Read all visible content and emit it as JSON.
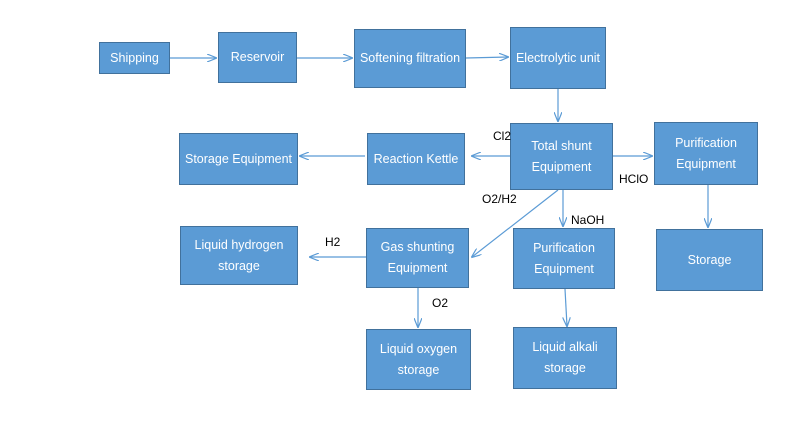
{
  "colors": {
    "box_fill": "#5b9bd5",
    "box_border": "#41719c",
    "arrow": "#5b9bd5",
    "box_text": "#ffffff"
  },
  "boxes": {
    "shipping": "Shipping",
    "reservoir": "Reservoir",
    "softening": "Softening filtration",
    "electrolytic": "Electrolytic unit",
    "storage_equipment": "Storage Equipment",
    "reaction_kettle": "Reaction Kettle",
    "total_shunt": "Total shunt Equipment",
    "purification_right": "Purification Equipment",
    "liquid_hydrogen": "Liquid hydrogen storage",
    "gas_shunting": "Gas shunting Equipment",
    "purification_mid": "Purification Equipment",
    "storage": "Storage",
    "liquid_oxygen": "Liquid oxygen storage",
    "liquid_alkali": "Liquid alkali storage"
  },
  "labels": {
    "cl2": "Cl2",
    "hclo": "HClO",
    "o2h2": "O2/H2",
    "naoh": "NaOH",
    "h2": "H2",
    "o2": "O2"
  }
}
